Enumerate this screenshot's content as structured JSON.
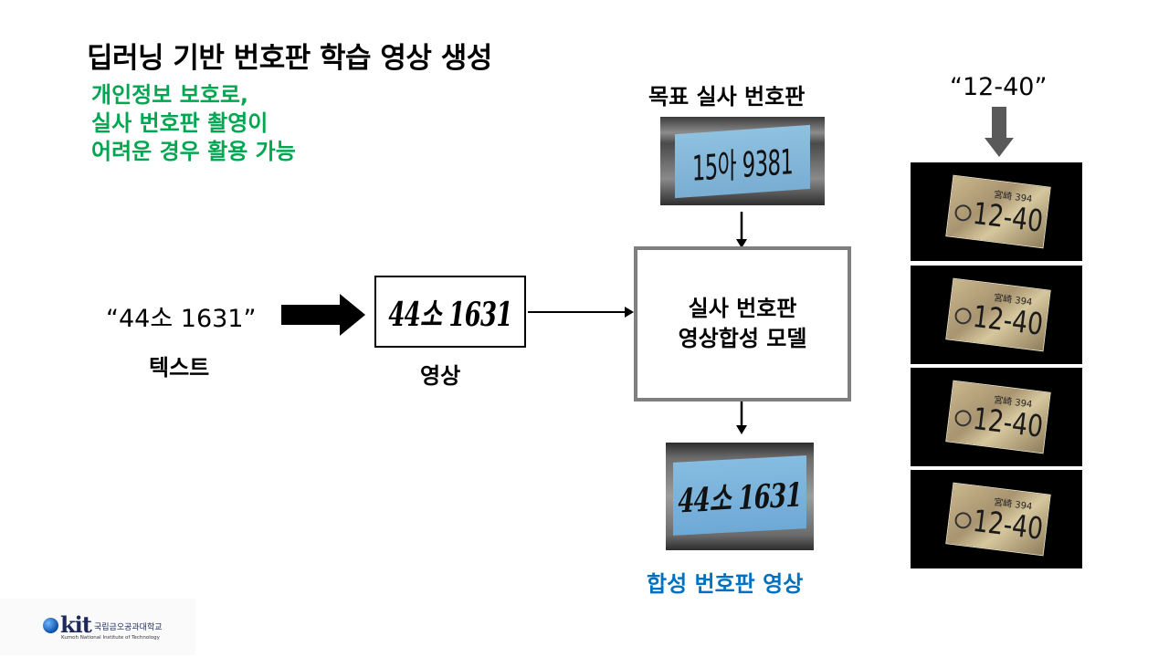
{
  "title": "딥러닝 기반 번호판 학습 영상 생성",
  "note_lines": [
    "개인정보 보호로,",
    "실사 번호판 촬영이",
    "어려운 경우 활용 가능"
  ],
  "input": {
    "quote": "“44소 1631”",
    "label": "텍스트"
  },
  "generated": {
    "text": "44소 1631",
    "label": "영상"
  },
  "target": {
    "label": "목표 실사 번호판",
    "plate_text": "15아 9381"
  },
  "model": {
    "line1": "실사 번호판",
    "line2": "영상합성 모델"
  },
  "synth": {
    "plate_text": "44소 1631",
    "label": "합성 번호판 영상"
  },
  "example": {
    "quote": "“12-40”",
    "plates": [
      {
        "small": "宮崎 394",
        "big": "12-40"
      },
      {
        "small": "宮崎 394",
        "big": "12-40"
      },
      {
        "small": "宮崎 394",
        "big": "12-40"
      },
      {
        "small": "宮崎 394",
        "big": "12-40"
      }
    ]
  },
  "logo": {
    "mark": "kit",
    "korean": "국립금오공과대학교",
    "english": "Kumoh National Institute of Technology"
  },
  "colors": {
    "note": "#00a650",
    "synth_label": "#0070c0",
    "model_border": "#7f7f7f",
    "arrow": "#000000",
    "down_arrow": "#595959"
  }
}
